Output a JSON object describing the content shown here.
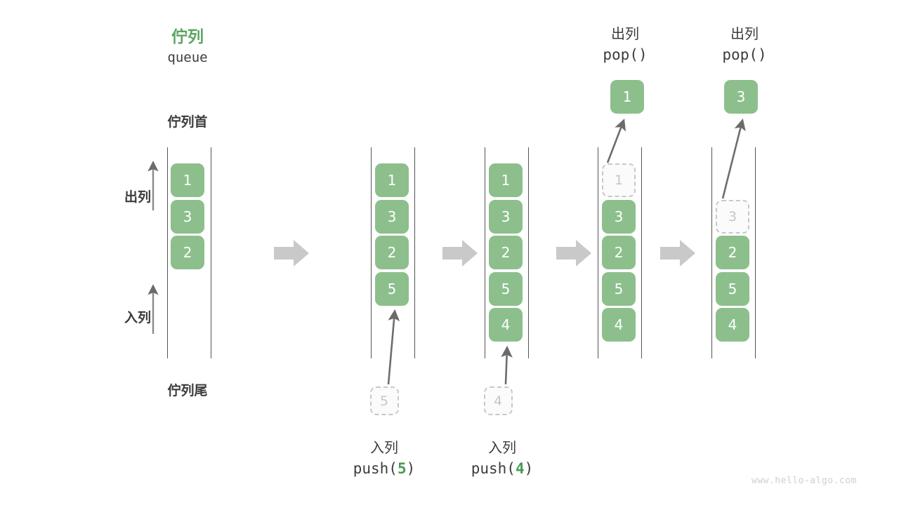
{
  "meta": {
    "watermark": "www.hello-algo.com",
    "accent_green": "#5da563",
    "cell_green": "#8cbf8c",
    "text_dark": "#3c3c3c",
    "ghost_gray": "#c6c6c6",
    "step_arrow_gray": "#c9c9c9"
  },
  "header": {
    "title_zh": "佇列",
    "title_code": "queue"
  },
  "labels": {
    "queue_head": "佇列首",
    "queue_tail": "佇列尾",
    "dequeue": "出列",
    "enqueue": "入列"
  },
  "operations": {
    "push5_zh": "入列",
    "push5_code_pre": "push(",
    "push5_code_val": "5",
    "push5_code_post": ")",
    "push4_zh": "入列",
    "push4_code_pre": "push(",
    "push4_code_val": "4",
    "push4_code_post": ")",
    "pop1_zh": "出列",
    "pop1_code": "pop()",
    "pop2_zh": "出列",
    "pop2_code": "pop()"
  },
  "stages": [
    {
      "name": "initial",
      "cells": [
        "1",
        "3",
        "2"
      ],
      "ghost_top": null,
      "empty_top_slots": 0,
      "incoming_ghost": null,
      "popped_value": null
    },
    {
      "name": "after-push-5",
      "cells": [
        "1",
        "3",
        "2",
        "5"
      ],
      "ghost_top": null,
      "empty_top_slots": 0,
      "incoming_ghost": "5",
      "popped_value": null
    },
    {
      "name": "after-push-4",
      "cells": [
        "1",
        "3",
        "2",
        "5",
        "4"
      ],
      "ghost_top": null,
      "empty_top_slots": 0,
      "incoming_ghost": "4",
      "popped_value": null
    },
    {
      "name": "after-pop-1",
      "cells": [
        "3",
        "2",
        "5",
        "4"
      ],
      "ghost_top": "1",
      "empty_top_slots": 0,
      "incoming_ghost": null,
      "popped_value": "1"
    },
    {
      "name": "after-pop-3",
      "cells": [
        "2",
        "5",
        "4"
      ],
      "ghost_top": "3",
      "empty_top_slots": 1,
      "incoming_ghost": null,
      "popped_value": "3"
    }
  ],
  "step_arrows": [
    {
      "label": "step-arrow-1"
    },
    {
      "label": "step-arrow-2"
    },
    {
      "label": "step-arrow-3"
    },
    {
      "label": "step-arrow-4"
    }
  ]
}
